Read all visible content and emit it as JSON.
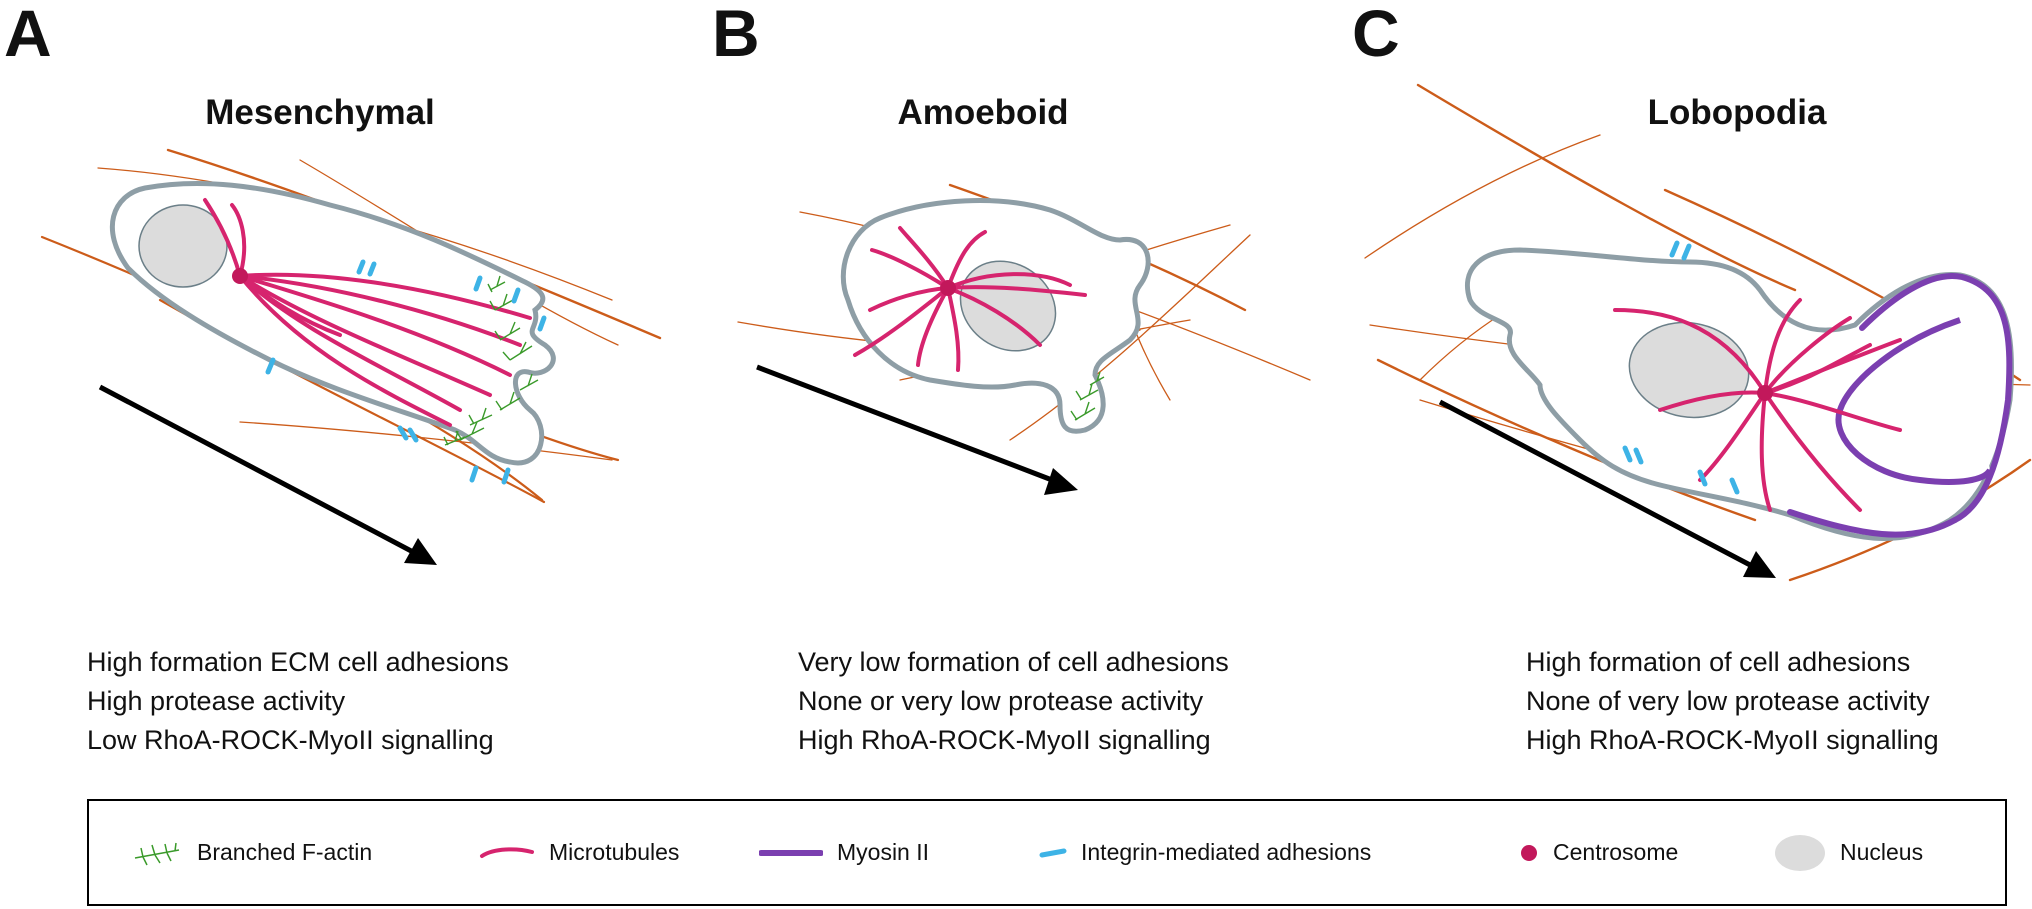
{
  "panels": [
    {
      "letter": "A",
      "title": "Mesenchymal",
      "properties": [
        "High formation ECM cell adhesions",
        "High protease activity",
        "Low RhoA-ROCK-MyoII signalling"
      ]
    },
    {
      "letter": "B",
      "title": "Amoeboid",
      "properties": [
        "Very low formation of cell adhesions",
        "None or very low  protease activity",
        "High RhoA-ROCK-MyoII signalling"
      ]
    },
    {
      "letter": "C",
      "title": "Lobopodia",
      "properties": [
        "High formation of cell adhesions",
        "None of very low  protease activity",
        "High RhoA-ROCK-MyoII signalling"
      ]
    }
  ],
  "legend": [
    {
      "icon": "branched-f-actin-icon",
      "label": "Branched F-actin",
      "color": "#3a9a2a"
    },
    {
      "icon": "microtubules-icon",
      "label": "Microtubules",
      "color": "#d6246e"
    },
    {
      "icon": "myosin-ii-icon",
      "label": "Myosin II",
      "color": "#7b3fb0"
    },
    {
      "icon": "integrin-adhesion-icon",
      "label": "Integrin-mediated adhesions",
      "color": "#3db3e6"
    },
    {
      "icon": "centrosome-icon",
      "label": "Centrosome",
      "color": "#c2185b"
    },
    {
      "icon": "nucleus-icon",
      "label": "Nucleus",
      "color": "#dcdcdc"
    }
  ],
  "colors": {
    "ecm_fiber": "#cc5c1a",
    "membrane": "#8e9ea6",
    "arrow": "#000000"
  }
}
